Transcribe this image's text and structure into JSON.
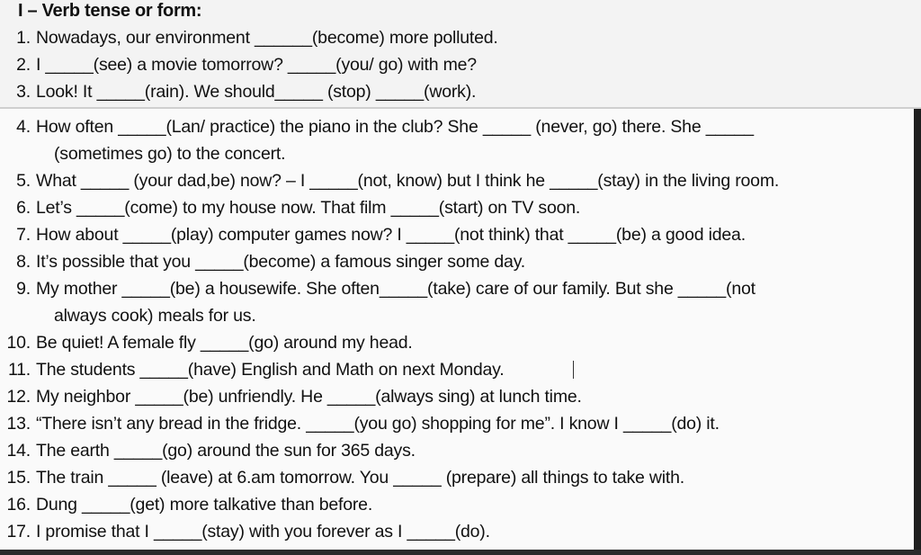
{
  "title": "I – Verb tense or form:",
  "items": [
    {
      "n": "1.",
      "t": "Nowadays, our environment ______(become) more polluted."
    },
    {
      "n": "2.",
      "t": "I _____(see) a movie tomorrow? _____(you/ go) with me?"
    },
    {
      "n": "3.",
      "t": "Look! It _____(rain). We should_____ (stop) _____(work)."
    },
    {
      "n": "4.",
      "t": "How often _____(Lan/ practice) the piano in the club? She _____ (never, go) there. She _____",
      "cont": "(sometimes go) to the concert."
    },
    {
      "n": "5.",
      "t": "What _____ (your dad,be) now? – I _____(not, know) but I think he _____(stay) in the living room."
    },
    {
      "n": "6.",
      "t": "Let’s _____(come) to my house now. That film _____(start) on TV soon."
    },
    {
      "n": "7.",
      "t": "How about _____(play) computer games now? I _____(not think) that _____(be) a good idea."
    },
    {
      "n": "8.",
      "t": "It’s possible that you _____(become) a famous singer some day."
    },
    {
      "n": "9.",
      "t": "My mother _____(be) a housewife. She often_____(take) care of our family. But she _____(not",
      "cont": "always cook) meals for us."
    },
    {
      "n": "10.",
      "t": "Be quiet! A female fly _____(go) around my head."
    },
    {
      "n": "11.",
      "t": "The students _____(have) English and Math on next Monday."
    },
    {
      "n": "12.",
      "t": "My neighbor _____(be) unfriendly. He _____(always sing) at lunch time."
    },
    {
      "n": "13.",
      "t": "“There isn’t any bread in the fridge. _____(you go) shopping for me”. I know I _____(do) it."
    },
    {
      "n": "14.",
      "t": "The earth _____(go) around the sun for 365 days."
    },
    {
      "n": "15.",
      "t": "The train _____ (leave) at 6.am tomorrow. You _____ (prepare) all things to take with."
    },
    {
      "n": "16.",
      "t": "Dung _____(get) more talkative than before."
    },
    {
      "n": "17.",
      "t": "I promise that I _____(stay) with you forever as I _____(do)."
    }
  ]
}
